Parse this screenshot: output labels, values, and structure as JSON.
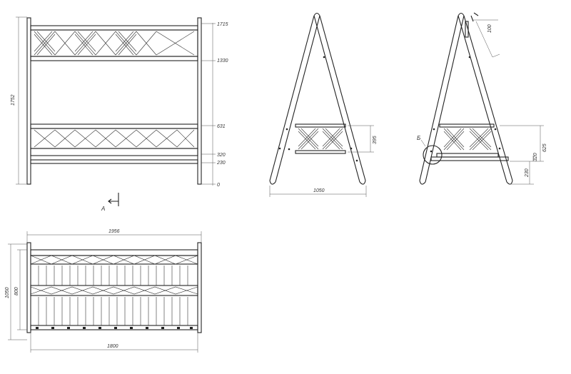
{
  "front_view": {
    "height_labels": [
      "1715",
      "1330",
      "631",
      "320",
      "230",
      "0"
    ],
    "overall_height": "1752",
    "section_mark": "A"
  },
  "side_view_a": {
    "width_label": "1050",
    "panel_height_label": "395"
  },
  "side_view_b": {
    "detail_mark": "Б",
    "top_label": "100",
    "panel_height_label": "625",
    "seat_top_label": "320",
    "seat_label": "230"
  },
  "plan_view": {
    "outer_width_label": "1956",
    "inner_width_label": "1800",
    "outer_depth_label": "1050",
    "inner_depth_label": "800"
  }
}
